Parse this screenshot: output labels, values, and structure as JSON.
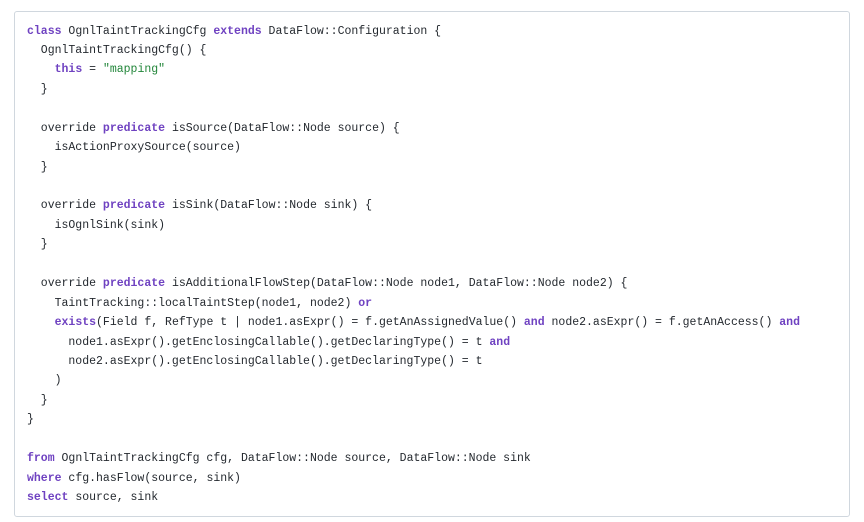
{
  "code": {
    "lines": [
      [
        {
          "k": "kw",
          "t": "class"
        },
        {
          "k": "p",
          "t": " OgnlTaintTrackingCfg "
        },
        {
          "k": "kw",
          "t": "extends"
        },
        {
          "k": "p",
          "t": " DataFlow::Configuration {"
        }
      ],
      [
        {
          "k": "p",
          "t": "  OgnlTaintTrackingCfg() {"
        }
      ],
      [
        {
          "k": "p",
          "t": "    "
        },
        {
          "k": "kw",
          "t": "this"
        },
        {
          "k": "p",
          "t": " = "
        },
        {
          "k": "str",
          "t": "\"mapping\""
        }
      ],
      [
        {
          "k": "p",
          "t": "  }"
        }
      ],
      [],
      [
        {
          "k": "p",
          "t": "  override "
        },
        {
          "k": "kw",
          "t": "predicate"
        },
        {
          "k": "p",
          "t": " isSource(DataFlow::Node source) {"
        }
      ],
      [
        {
          "k": "p",
          "t": "    isActionProxySource(source)"
        }
      ],
      [
        {
          "k": "p",
          "t": "  }"
        }
      ],
      [],
      [
        {
          "k": "p",
          "t": "  override "
        },
        {
          "k": "kw",
          "t": "predicate"
        },
        {
          "k": "p",
          "t": " isSink(DataFlow::Node sink) {"
        }
      ],
      [
        {
          "k": "p",
          "t": "    isOgnlSink(sink)"
        }
      ],
      [
        {
          "k": "p",
          "t": "  }"
        }
      ],
      [],
      [
        {
          "k": "p",
          "t": "  override "
        },
        {
          "k": "kw",
          "t": "predicate"
        },
        {
          "k": "p",
          "t": " isAdditionalFlowStep(DataFlow::Node node1, DataFlow::Node node2) {"
        }
      ],
      [
        {
          "k": "p",
          "t": "    TaintTracking::localTaintStep(node1, node2) "
        },
        {
          "k": "kw",
          "t": "or"
        }
      ],
      [
        {
          "k": "p",
          "t": "    "
        },
        {
          "k": "kw",
          "t": "exists"
        },
        {
          "k": "p",
          "t": "(Field f, RefType t | node1.asExpr() = f.getAnAssignedValue() "
        },
        {
          "k": "kw",
          "t": "and"
        },
        {
          "k": "p",
          "t": " node2.asExpr() = f.getAnAccess() "
        },
        {
          "k": "kw",
          "t": "and"
        }
      ],
      [
        {
          "k": "p",
          "t": "      node1.asExpr().getEnclosingCallable().getDeclaringType() = t "
        },
        {
          "k": "kw",
          "t": "and"
        }
      ],
      [
        {
          "k": "p",
          "t": "      node2.asExpr().getEnclosingCallable().getDeclaringType() = t"
        }
      ],
      [
        {
          "k": "p",
          "t": "    )"
        }
      ],
      [
        {
          "k": "p",
          "t": "  }"
        }
      ],
      [
        {
          "k": "p",
          "t": "}"
        }
      ],
      [],
      [
        {
          "k": "kw",
          "t": "from"
        },
        {
          "k": "p",
          "t": " OgnlTaintTrackingCfg cfg, DataFlow::Node source, DataFlow::Node sink"
        }
      ],
      [
        {
          "k": "kw",
          "t": "where"
        },
        {
          "k": "p",
          "t": " cfg.hasFlow(source, sink)"
        }
      ],
      [
        {
          "k": "kw",
          "t": "select"
        },
        {
          "k": "p",
          "t": " source, sink"
        }
      ]
    ]
  }
}
